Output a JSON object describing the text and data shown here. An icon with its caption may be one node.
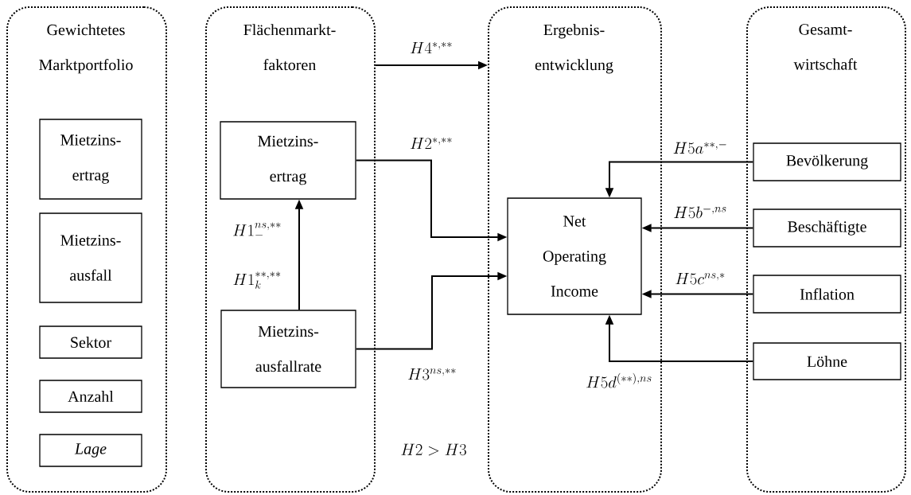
{
  "diagram": {
    "nodes": [
      {
        "text": [
          "Gewichtetes Marktportfolio"
        ]
      },
      {
        "text": [
          "Mietzins- ertrag"
        ],
        "in": 0
      },
      {
        "text": [
          "Mietzins- ausfall"
        ],
        "in": 0
      },
      {
        "text": [
          "Sektor"
        ],
        "in": 0
      },
      {
        "text": [
          "Anzahl"
        ],
        "in": 0
      },
      {
        "text": [
          "Lage"
        ],
        "in": 0
      },
      {
        "text": [
          "Flächenmarkt- faktoren"
        ]
      },
      {
        "text": [
          "Mietzins- ertrag"
        ],
        "in": 6
      },
      {
        "text": [
          "Mietzins- ausfallrate"
        ],
        "in": 6
      },
      {
        "text": [
          "Ergebnis- entwicklung"
        ]
      },
      {
        "text": [
          "Net Operating Income"
        ],
        "in": 9
      },
      {
        "text": [
          "Gesamt- wirtschaft"
        ]
      },
      {
        "text": [
          "Bevölkerung"
        ],
        "in": 11
      },
      {
        "text": [
          "Beschäftigte"
        ],
        "in": 11
      },
      {
        "text": [
          "Inflation"
        ],
        "in": 11
      },
      {
        "text": [
          "Löhne"
        ],
        "in": 11
      }
    ],
    "edges": [
      {
        "from": 8,
        "to": 7,
        "arrow": "to",
        "label": "H1_{-}^{ns,**}"
      },
      {
        "from": 7,
        "to": 10,
        "arrow": "to",
        "label": "H2^{*,**}"
      },
      {
        "from": 8,
        "to": 10,
        "arrow": "to",
        "label": "H3^{ns,**}"
      },
      {
        "from": 6,
        "to": 9,
        "arrow": "to",
        "label": "H4^{*,**}"
      },
      {
        "from": 12,
        "to": 10,
        "arrow": "to",
        "label": "H5a^{**,-}"
      },
      {
        "from": 13,
        "to": 10,
        "arrow": "to",
        "label": "H5b^{-,ns}"
      },
      {
        "from": 14,
        "to": 10,
        "arrow": "to",
        "label": "H5c^{ns,*}"
      },
      {
        "from": 15,
        "to": 10,
        "arrow": "to",
        "label": "H5d^{(**),ns}"
      }
    ],
    "labels": [
      "H1_{k}^{**,**}",
      "H2 > H3"
    ]
  }
}
